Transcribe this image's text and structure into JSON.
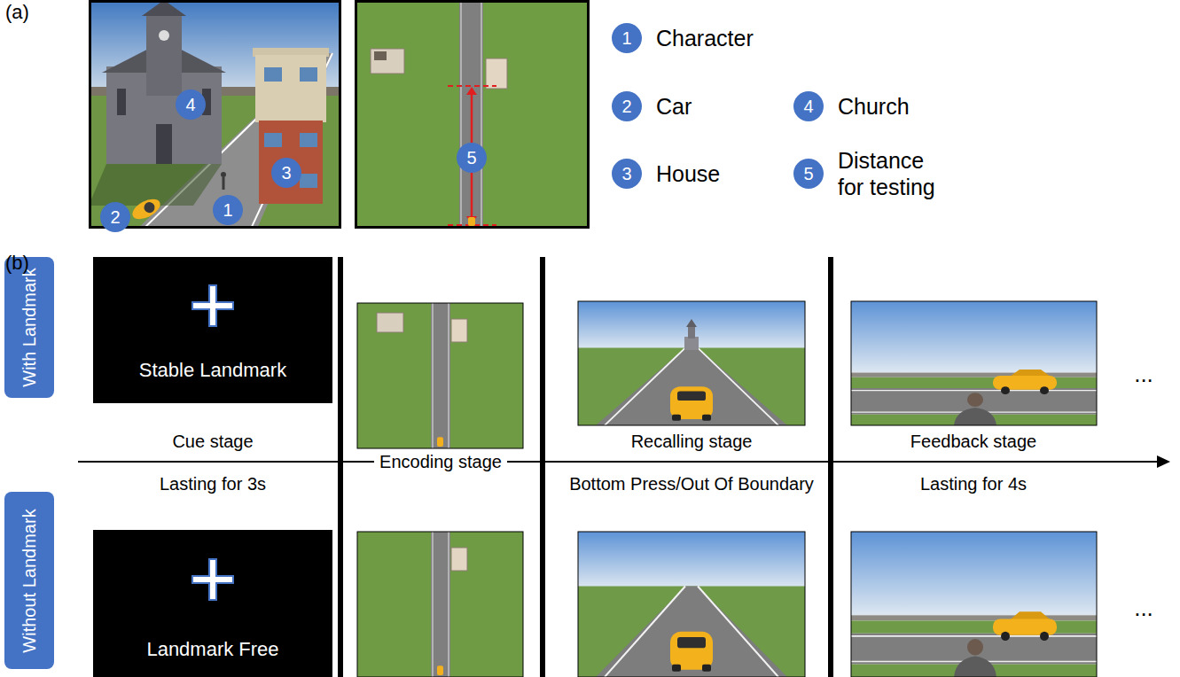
{
  "diagram": {
    "nodes": [
      {
        "text": [
          "4"
        ]
      },
      {
        "text": [
          "3"
        ]
      },
      {
        "text": [
          "1"
        ]
      },
      {
        "text": [
          "2"
        ]
      },
      {
        "text": [
          "5"
        ]
      },
      {
        "text": [
          "1",
          "Character"
        ]
      },
      {
        "text": [
          "2",
          "Car"
        ]
      },
      {
        "text": [
          "4",
          "Church"
        ]
      },
      {
        "text": [
          "3",
          "House"
        ]
      },
      {
        "text": [
          "5",
          "Distance for testing"
        ]
      },
      {
        "text": [
          "With Landmark"
        ]
      },
      {
        "text": [
          "Stable Landmark"
        ]
      },
      {
        "text": [
          "Without Landmark"
        ]
      },
      {
        "text": [
          "Landmark Free"
        ]
      }
    ],
    "labels": [
      "(a)",
      "(b)",
      "Cue stage",
      "Lasting for 3s",
      "Encoding stage",
      "Recalling stage",
      "Bottom Press/Out Of Boundary",
      "Feedback stage",
      "Lasting for 4s",
      "...",
      "..."
    ]
  }
}
